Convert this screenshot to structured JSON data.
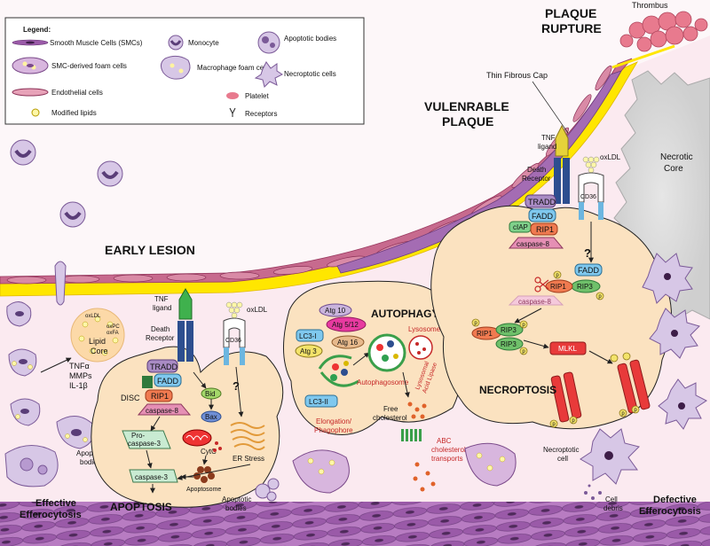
{
  "legend": {
    "title": "Legend:",
    "items": {
      "smc": "Smooth Muscle Cells (SMCs)",
      "monocyte": "Monocyte",
      "apoptotic_bodies": "Apoptotic bodies",
      "smc_foam": "SMC-derived foam cells",
      "macrophage_foam": "Macrophage foam cells",
      "necroptotic_cells": "Necroptotic cells",
      "endothelial": "Endothelial cells",
      "platelet": "Platelet",
      "modified_lipids": "Modified lipids",
      "receptors": "Receptors"
    }
  },
  "stages": {
    "plaque_rupture": [
      "PLAQUE",
      "RUPTURE"
    ],
    "thrombus": "Thrombus",
    "thin_fibrous_cap": "Thin Fibrous Cap",
    "vulnerable_plaque": [
      "VULENRABLE",
      "PLAQUE"
    ],
    "necrotic_core": [
      "Necrotic",
      "Core"
    ],
    "early_lesion": "EARLY LESION"
  },
  "lipid_core": {
    "labels": [
      "oxLDL",
      "oxPC",
      "oxFA"
    ],
    "title": [
      "Lipid",
      "Core"
    ]
  },
  "left_side": {
    "cytokines": [
      "TNFα",
      "MMPs",
      "IL-1β"
    ],
    "apoptotic_bodies": [
      "Apoptotic",
      "bodies"
    ],
    "effective_efferocytosis": [
      "Effective",
      "Efferocytosis"
    ]
  },
  "apoptosis": {
    "tnf_ligand": [
      "TNF",
      "ligand"
    ],
    "death_receptor": [
      "Death",
      "Receptor"
    ],
    "oxldl": "oxLDL",
    "cd36": "CD36",
    "tradd": "TRADD",
    "fadd": "FADD",
    "disc": "DISC",
    "rip1": "RIP1",
    "caspase8": "caspase-8",
    "bid": "Bid",
    "bax": "Bax",
    "question": "?",
    "procaspase3": [
      "Pro-",
      "caspase-3"
    ],
    "cytc": "CytC",
    "er_stress": "ER Stress",
    "caspase3": "caspase-3",
    "apoptosome": "Apoptosome",
    "title": "APOPTOSIS",
    "apoptotic_bodies": [
      "Apoptotic",
      "bodies"
    ]
  },
  "autophagy": {
    "title": "AUTOPHAGY",
    "atg10": "Atg 10",
    "atg512": "Atg 5/12",
    "atg16": "Atg 16",
    "lc3i": "LC3-I",
    "atg3": "Atg 3",
    "lc3ii": "LC3-II",
    "lysosome": "Lysosome",
    "autophagosome": "Autophagosome",
    "elongation": [
      "Elongation/",
      "Phagophore"
    ],
    "lysosomal_acid_lipase": [
      "Lysosomal",
      "Acid Lipase"
    ],
    "free_cholesterol": [
      "Free",
      "cholesterol"
    ],
    "abc": [
      "ABC",
      "cholesterol",
      "transports"
    ]
  },
  "necroptosis": {
    "tnf_ligand": [
      "TNF",
      "ligand"
    ],
    "death_receptor": [
      "Death",
      "Receptor"
    ],
    "oxldl": "oxLDL",
    "cd36": "CD36",
    "tradd": "TRADD",
    "fadd": "FADD",
    "ciap": "cIAP",
    "rip1": "RIP1",
    "caspase8": "caspase-8",
    "question": "?",
    "fadd2": "FADD",
    "rip1b": "RIP1",
    "rip3": "RIP3",
    "caspase8b": "caspase-8",
    "rip1c": "RIP1",
    "rip3b": "RIP3",
    "rip3c": "RIP3",
    "mlkl": "MLKL",
    "title": "NECROPTOSIS",
    "p": "p"
  },
  "right_side": {
    "necroptotic_cell": [
      "Necroptotic",
      "cell"
    ],
    "cell_debris": [
      "Cell",
      "debris"
    ],
    "defective_efferocytosis": [
      "Defective",
      "Efferocytosis"
    ]
  },
  "colors": {
    "lumen": "#f8eef2",
    "intima": "#fbe9ef",
    "cell": "#fbe3c6",
    "smc": "#9a5aa8",
    "endothelium": "#d8557a",
    "lipid": "#ffe600",
    "tradd": "#a98bc4",
    "fadd": "#7fc8ee",
    "rip1": "#f07a50",
    "caspase8": "#e58fb4",
    "rip3": "#6fc06a",
    "mlkl": "#e83a3a"
  }
}
